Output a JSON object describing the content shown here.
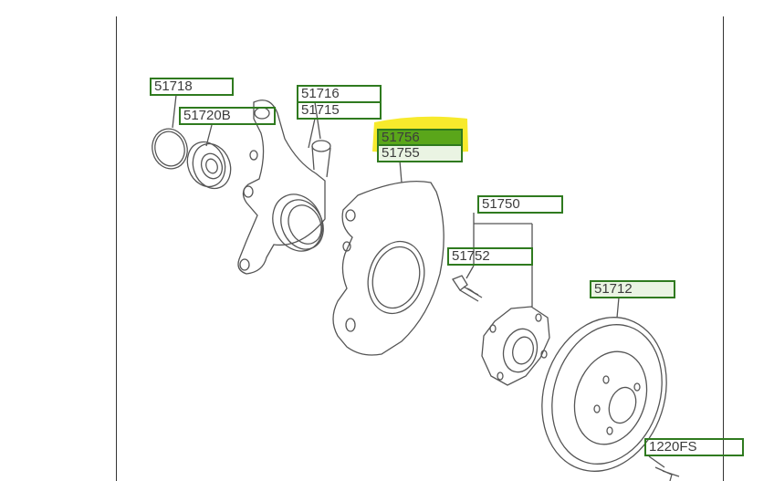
{
  "diagram": {
    "part_labels": [
      {
        "id": "51718",
        "text": "51718"
      },
      {
        "id": "51720B",
        "text": "51720B"
      },
      {
        "id": "51716",
        "text": "51716"
      },
      {
        "id": "51715",
        "text": "51715"
      },
      {
        "id": "51756",
        "text": "51756",
        "state": "highlighted"
      },
      {
        "id": "51755",
        "text": "51755"
      },
      {
        "id": "51750",
        "text": "51750"
      },
      {
        "id": "51752",
        "text": "51752"
      },
      {
        "id": "51712",
        "text": "51712"
      },
      {
        "id": "1220FS",
        "text": "1220FS"
      }
    ],
    "colors": {
      "label_border": "#2f7a1f",
      "label_highlight": "#5aa61a",
      "marker_highlight": "#f7ea2c",
      "line_art": "#555555"
    },
    "illustrated_parts": [
      "snap-ring",
      "wheel-bearing",
      "steering-knuckle",
      "dust-cover",
      "hub-bolt",
      "front-wheel-hub",
      "brake-disc",
      "disc-screw"
    ]
  }
}
